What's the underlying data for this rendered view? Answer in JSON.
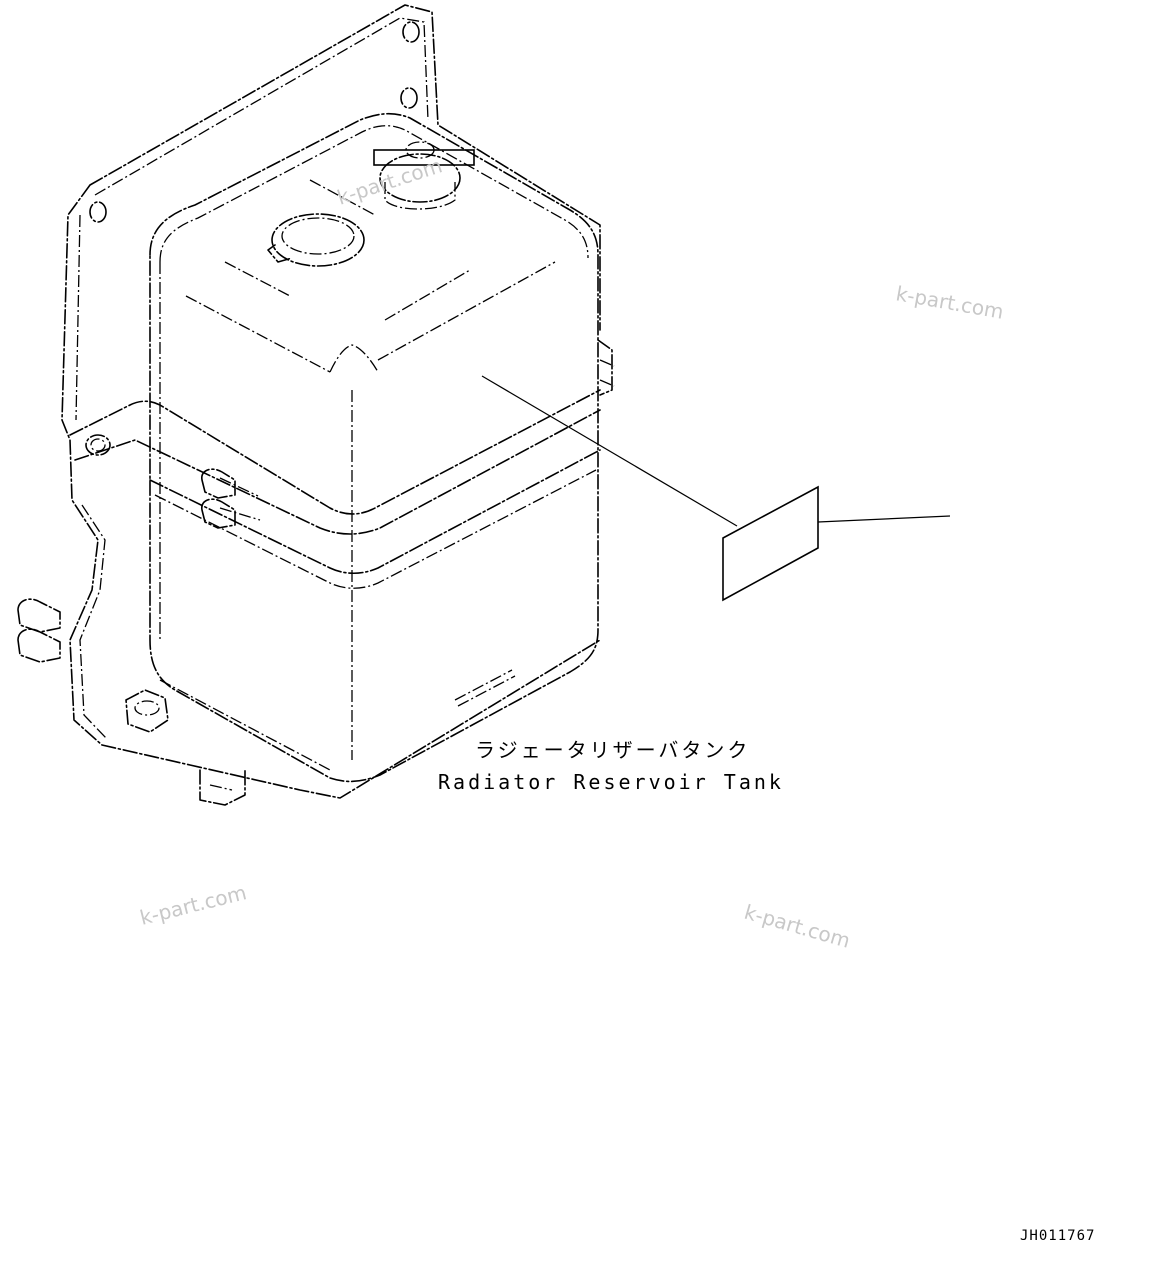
{
  "labels": {
    "part_name_jp": "ラジェータリザーバタンク",
    "part_name_en": "Radiator Reservoir Tank",
    "drawing_id": "JH011767"
  },
  "watermarks": [
    "k-part.com",
    "k-part.com",
    "k-part.com",
    "k-part.com"
  ],
  "colors": {
    "line": "#000000",
    "watermark": "#c8c8c8",
    "background": "#ffffff"
  }
}
